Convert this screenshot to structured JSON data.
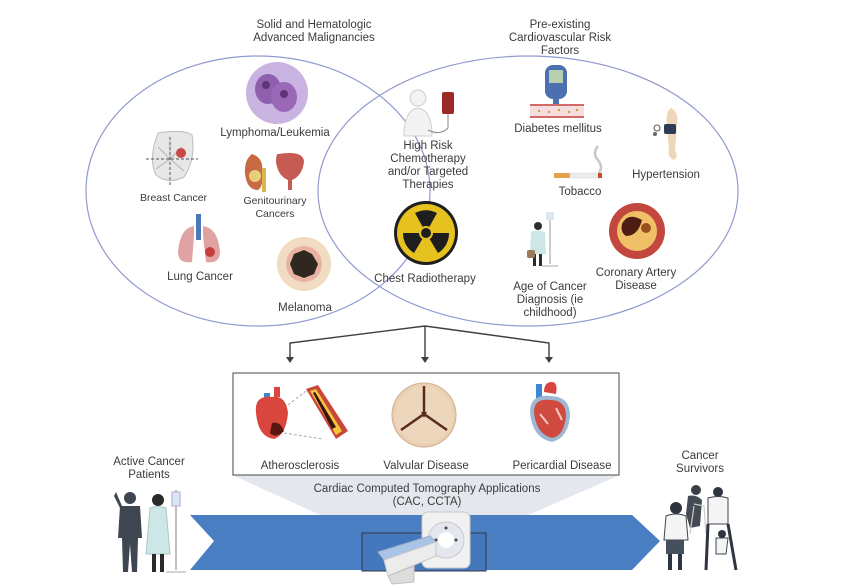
{
  "diagram": {
    "left_set": {
      "title": "Solid and Hematologic\nAdvanced Malignancies",
      "items": [
        {
          "label": "Lymphoma/Leukemia",
          "icon": "leukocyte-cell-icon"
        },
        {
          "label": "Breast Cancer",
          "icon": "breast-tumor-icon"
        },
        {
          "label": "Genitourinary\nCancers",
          "icon": "kidney-bladder-icon"
        },
        {
          "label": "Lung Cancer",
          "icon": "lungs-icon"
        },
        {
          "label": "Melanoma",
          "icon": "melanoma-lesion-icon"
        }
      ]
    },
    "overlap": {
      "items": [
        {
          "label": "High Risk\nChemotherapy\nand/or Targeted\nTherapies",
          "icon": "patient-iv-bag-icon"
        },
        {
          "label": "Chest Radiotherapy",
          "icon": "radiation-symbol-icon"
        }
      ]
    },
    "right_set": {
      "title": "Pre-existing\nCardiovascular Risk\nFactors",
      "items": [
        {
          "label": "Diabetes mellitus",
          "icon": "glucose-meter-icon"
        },
        {
          "label": "Hypertension",
          "icon": "blood-pressure-cuff-icon"
        },
        {
          "label": "Tobacco",
          "icon": "cigarette-icon"
        },
        {
          "label": "Age of Cancer\nDiagnosis (ie\nchildhood)",
          "icon": "child-patient-icon"
        },
        {
          "label": "Coronary Artery\nDisease",
          "icon": "plaque-artery-icon"
        }
      ]
    },
    "outcomes": [
      {
        "label": "Atherosclerosis",
        "icon": "heart-artery-plaque-icon"
      },
      {
        "label": "Valvular Disease",
        "icon": "aortic-valve-icon"
      },
      {
        "label": "Pericardial Disease",
        "icon": "heart-pericardium-icon"
      }
    ],
    "ct_label": "Cardiac Computed Tomography Applications\n(CAC, CCTA)",
    "start_label": "Active Cancer\nPatients",
    "end_label": "Cancer\nSurvivors",
    "colors": {
      "ellipse_stroke": "#8f9ad0",
      "arrow_fill": "#4a7ec2",
      "arrow_stroke": "#3a3a3a",
      "box_stroke": "#555555",
      "funnel": "#dfe3ea",
      "radiation_yellow": "#e6c21f",
      "person_dark": "#3e4652",
      "gown": "#cde7e6"
    }
  }
}
